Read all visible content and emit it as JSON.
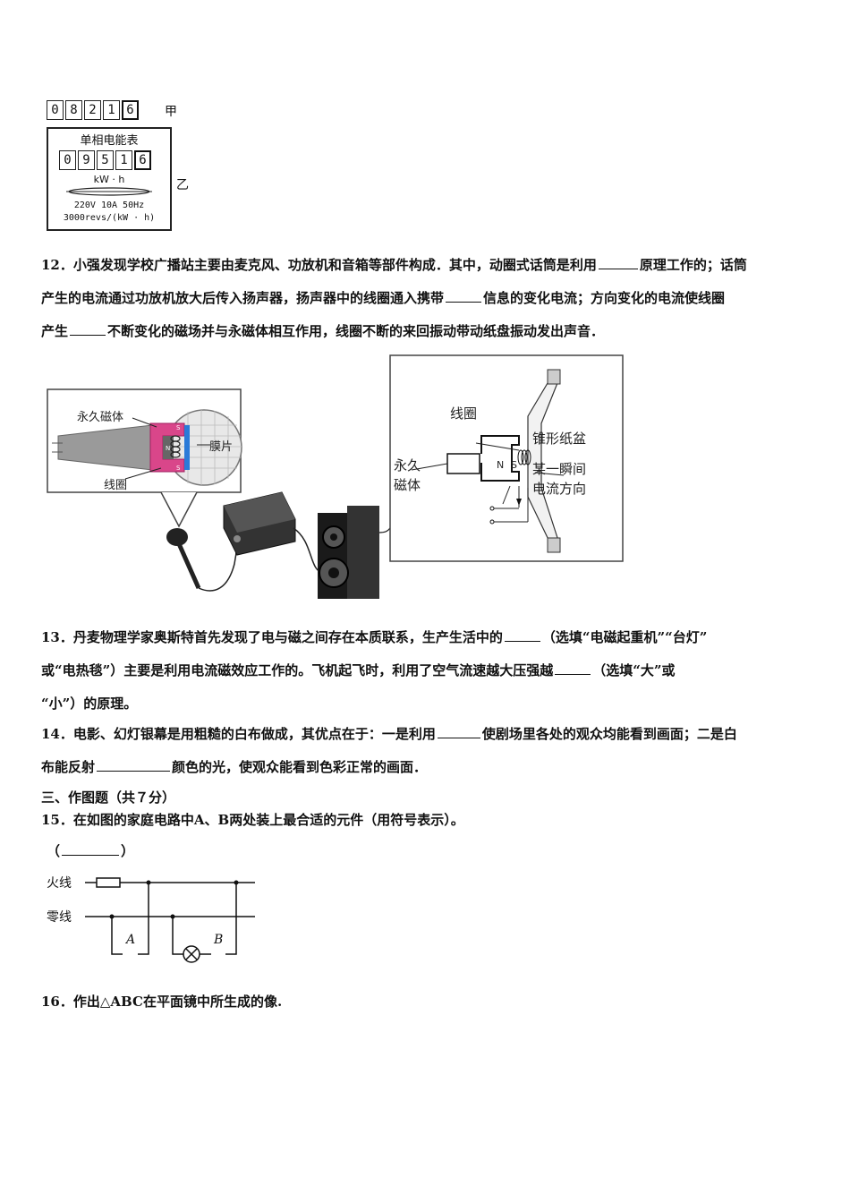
{
  "meter": {
    "top_digits": [
      "0",
      "8",
      "2",
      "1",
      "6"
    ],
    "top_label": "甲",
    "title": "单相电能表",
    "bottom_digits": [
      "0",
      "9",
      "5",
      "1",
      "6"
    ],
    "unit": "kW · h",
    "spec1": "220V 10A 50Hz",
    "spec2": "3000revs/(kW · h)",
    "bottom_label": "乙"
  },
  "q12": {
    "l1a": "12．小强发现学校广播站主要由麦克风、功放机和音箱等部件构成．其中，动圈式话筒是利用",
    "l1b": "原理工作的；话筒",
    "l2a": "产生的电流通过功放机放大后传入扬声器，扬声器中的线圈通入携带",
    "l2b": "信息的变化电流；方向变化的电流使线圈",
    "l3a": "产生",
    "l3b": "不断变化的磁场并与永磁体相互作用，线圈不断的来回振动带动纸盘振动发出声音．"
  },
  "fig12": {
    "mic_magnet": "永久磁体",
    "mic_diaphragm": "膜片",
    "mic_coil": "线圈",
    "spk_coil": "线圈",
    "spk_cone": "锥形纸盆",
    "spk_magnet_1": "永久",
    "spk_magnet_2": "磁体",
    "spk_current_1": "某一瞬间",
    "spk_current_2": "电流方向",
    "pole_n": "N",
    "pole_s": "S"
  },
  "q13": {
    "l1a": "13．丹麦物理学家奥斯特首先发现了电与磁之间存在本质联系，生产生活中的",
    "l1b": "（选填“电磁起重机”“台灯”",
    "l2a": "或“电热毯”）主要是利用电流磁效应工作的。飞机起飞时，利用了空气流速越大压强越",
    "l2b": "（选填“大”或",
    "l3": "“小”）的原理。"
  },
  "q14": {
    "l1a": "14．电影、幻灯银幕是用粗糙的白布做成，其优点在于：一是利用",
    "l1b": "使剧场里各处的观众均能看到画面；二是白",
    "l2a": "布能反射",
    "l2b": "颜色的光，使观众能看到色彩正常的画面．"
  },
  "section3": "三、作图题（共７分）",
  "q15": {
    "text": "15．在如图的家庭电路中A、B两处装上最合适的元件（用符号表示）。",
    "paren_open": "（",
    "paren_close": "）",
    "live": "火线",
    "neutral": "零线",
    "a": "A",
    "b": "B"
  },
  "q16": "16．作出△ABC在平面镜中所生成的像."
}
